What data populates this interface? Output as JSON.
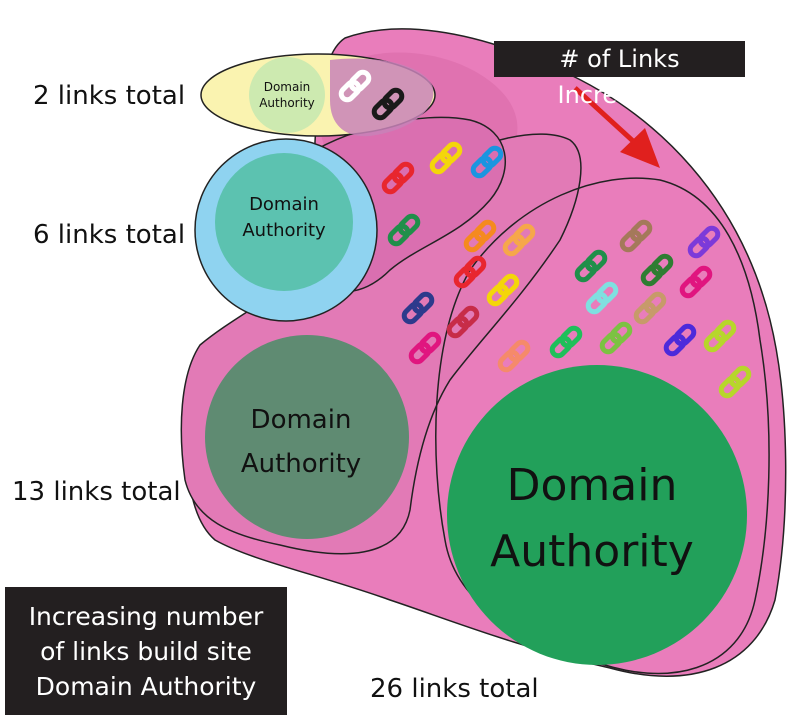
{
  "arrow_label": "# of Links Increasing",
  "caption_lines": [
    "Increasing number",
    "of links build site",
    "Domain Authority"
  ],
  "tier_labels": [
    "2 links total",
    "6 links total",
    "13 links total",
    "26 links total"
  ],
  "authority_label": [
    "Domain",
    "Authority"
  ],
  "colors": {
    "pink_fill": "#e97dbb",
    "pink_dark": "#d063a6",
    "tier1_fill": "#faf3b0",
    "tier1_circle": "#cdeab0",
    "tier2_fill": "#8fd3f0",
    "tier2_circle": "#5cc2b0",
    "tier3_circle": "#5f8b72",
    "tier4_circle": "#22a05a",
    "arrow": "#e0201e",
    "box": "#231f20"
  },
  "link_icon_colors": [
    "#ffffff",
    "#1a1a1a",
    "#e8262e",
    "#f4d60a",
    "#1b95e0",
    "#1f8f4a",
    "#f58a1f",
    "#f6a74a",
    "#e8262e",
    "#f4d60a",
    "#2d3a8c",
    "#c72c48",
    "#e0157f",
    "#1f8f4a",
    "#a4795a",
    "#7c3ad9",
    "#2e7d32",
    "#e0157f",
    "#7fe0e0",
    "#c79a6a",
    "#1fbf5a",
    "#b7d62b",
    "#7cc242",
    "#f58a6a",
    "#4c2adb",
    "#b7d62b",
    "#c02bd8"
  ]
}
